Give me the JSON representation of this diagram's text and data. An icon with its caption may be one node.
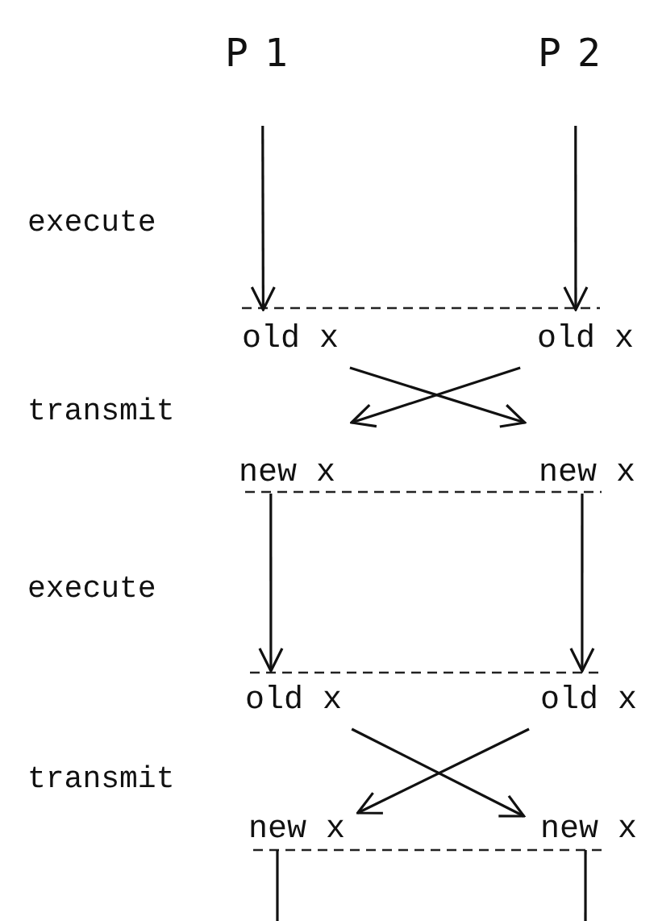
{
  "diagram": {
    "nodes": [
      {
        "text": [
          "P1"
        ]
      },
      {
        "text": [
          "P2"
        ]
      },
      {
        "text": [
          "old x"
        ]
      },
      {
        "text": [
          "old x"
        ]
      },
      {
        "text": [
          "new x"
        ]
      },
      {
        "text": [
          "new x"
        ]
      },
      {
        "text": [
          "old x"
        ]
      },
      {
        "text": [
          "old x"
        ]
      },
      {
        "text": [
          "new x"
        ]
      },
      {
        "text": [
          "new x"
        ]
      }
    ],
    "edges": [
      {
        "from": 0,
        "to": 2,
        "arrow": "to"
      },
      {
        "from": 1,
        "to": 3,
        "arrow": "to"
      },
      {
        "from": 2,
        "to": 5,
        "arrow": "to"
      },
      {
        "from": 3,
        "to": 4,
        "arrow": "to"
      },
      {
        "from": 4,
        "to": 6,
        "arrow": "to"
      },
      {
        "from": 5,
        "to": 7,
        "arrow": "to"
      },
      {
        "from": 6,
        "to": 9,
        "arrow": "to"
      },
      {
        "from": 7,
        "to": 8,
        "arrow": "to"
      },
      {
        "from": 8,
        "to": null,
        "arrow": "none"
      },
      {
        "from": 9,
        "to": null,
        "arrow": "none"
      }
    ],
    "labels": [
      "execute",
      "transmit",
      "execute",
      "transmit"
    ]
  }
}
